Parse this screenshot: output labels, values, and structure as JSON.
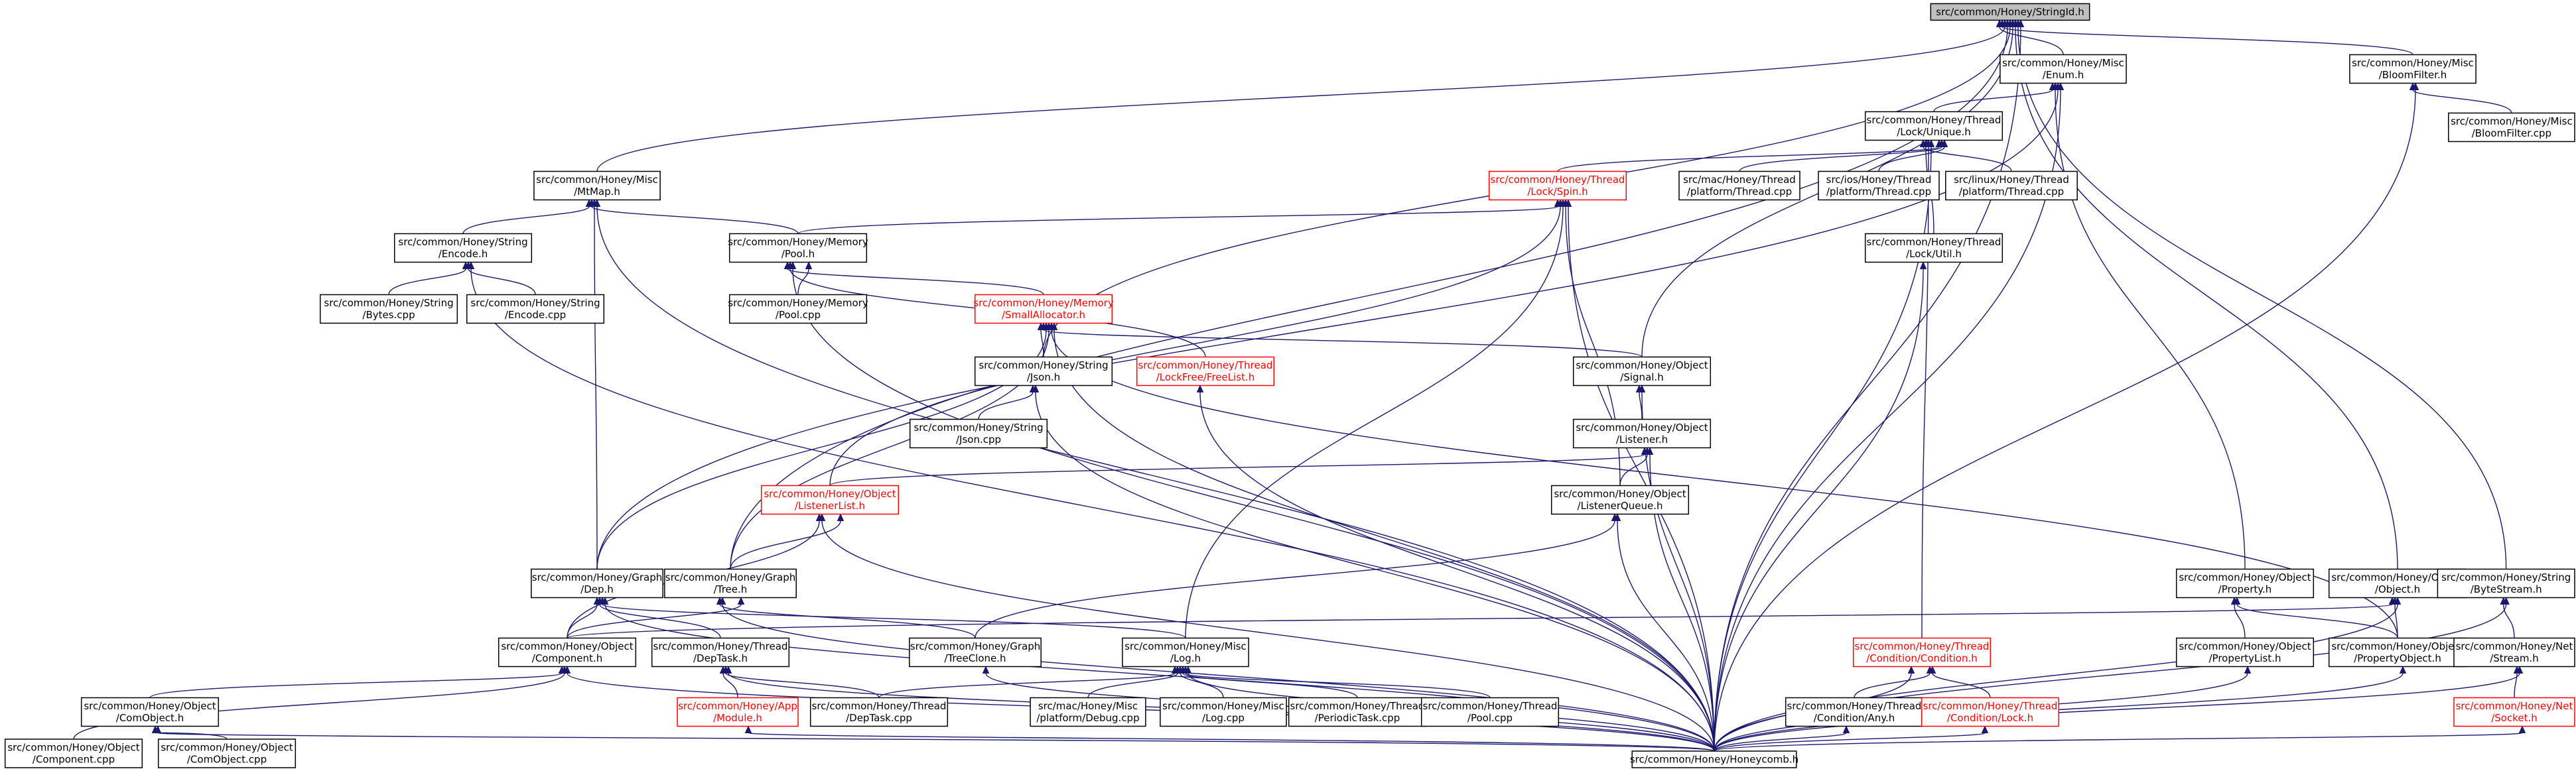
{
  "colors": {
    "edge": "#191970",
    "node_border": "#000000",
    "incomplete_border": "#ff0000",
    "root_fill": "#bfbfbf",
    "background": "#ffffff"
  },
  "nodes": {
    "stringid": {
      "lines": [
        "src/common/Honey/StringId.h"
      ],
      "style": "root"
    },
    "enum": {
      "lines": [
        "src/common/Honey/Misc",
        "/Enum.h"
      ],
      "style": "normal"
    },
    "bloomfilter_h": {
      "lines": [
        "src/common/Honey/Misc",
        "/BloomFilter.h"
      ],
      "style": "normal"
    },
    "bloomfilter_cpp": {
      "lines": [
        "src/common/Honey/Misc",
        "/BloomFilter.cpp"
      ],
      "style": "normal"
    },
    "unique": {
      "lines": [
        "src/common/Honey/Thread",
        "/Lock/Unique.h"
      ],
      "style": "normal"
    },
    "spin": {
      "lines": [
        "src/common/Honey/Thread",
        "/Lock/Spin.h"
      ],
      "style": "red"
    },
    "mac_thread": {
      "lines": [
        "src/mac/Honey/Thread",
        "/platform/Thread.cpp"
      ],
      "style": "normal"
    },
    "ios_thread": {
      "lines": [
        "src/ios/Honey/Thread",
        "/platform/Thread.cpp"
      ],
      "style": "normal"
    },
    "linux_thread": {
      "lines": [
        "src/linux/Honey/Thread",
        "/platform/Thread.cpp"
      ],
      "style": "normal"
    },
    "lock_util": {
      "lines": [
        "src/common/Honey/Thread",
        "/Lock/Util.h"
      ],
      "style": "normal"
    },
    "mtmap": {
      "lines": [
        "src/common/Honey/Misc",
        "/MtMap.h"
      ],
      "style": "normal"
    },
    "encode_h": {
      "lines": [
        "src/common/Honey/String",
        "/Encode.h"
      ],
      "style": "normal"
    },
    "bytes_cpp": {
      "lines": [
        "src/common/Honey/String",
        "/Bytes.cpp"
      ],
      "style": "normal"
    },
    "encode_cpp": {
      "lines": [
        "src/common/Honey/String",
        "/Encode.cpp"
      ],
      "style": "normal"
    },
    "pool_h": {
      "lines": [
        "src/common/Honey/Memory",
        "/Pool.h"
      ],
      "style": "normal"
    },
    "pool_cpp": {
      "lines": [
        "src/common/Honey/Memory",
        "/Pool.cpp"
      ],
      "style": "normal"
    },
    "smallalloc": {
      "lines": [
        "src/common/Honey/Memory",
        "/SmallAllocator.h"
      ],
      "style": "red"
    },
    "json_h": {
      "lines": [
        "src/common/Honey/String",
        "/Json.h"
      ],
      "style": "normal"
    },
    "json_cpp": {
      "lines": [
        "src/common/Honey/String",
        "/Json.cpp"
      ],
      "style": "normal"
    },
    "freelist": {
      "lines": [
        "src/common/Honey/Thread",
        "/LockFree/FreeList.h"
      ],
      "style": "red"
    },
    "signal": {
      "lines": [
        "src/common/Honey/Object",
        "/Signal.h"
      ],
      "style": "normal"
    },
    "listener": {
      "lines": [
        "src/common/Honey/Object",
        "/Listener.h"
      ],
      "style": "normal"
    },
    "listenerlist": {
      "lines": [
        "src/common/Honey/Object",
        "/ListenerList.h"
      ],
      "style": "red"
    },
    "listenerqueue": {
      "lines": [
        "src/common/Honey/Object",
        "/ListenerQueue.h"
      ],
      "style": "normal"
    },
    "dep": {
      "lines": [
        "src/common/Honey/Graph",
        "/Dep.h"
      ],
      "style": "normal"
    },
    "tree": {
      "lines": [
        "src/common/Honey/Graph",
        "/Tree.h"
      ],
      "style": "normal"
    },
    "component_h": {
      "lines": [
        "src/common/Honey/Object",
        "/Component.h"
      ],
      "style": "normal"
    },
    "deptask_h": {
      "lines": [
        "src/common/Honey/Thread",
        "/DepTask.h"
      ],
      "style": "normal"
    },
    "treeclone": {
      "lines": [
        "src/common/Honey/Graph",
        "/TreeClone.h"
      ],
      "style": "normal"
    },
    "log_h": {
      "lines": [
        "src/common/Honey/Misc",
        "/Log.h"
      ],
      "style": "normal"
    },
    "comobject_h": {
      "lines": [
        "src/common/Honey/Object",
        "/ComObject.h"
      ],
      "style": "normal"
    },
    "module": {
      "lines": [
        "src/common/Honey/App",
        "/Module.h"
      ],
      "style": "red"
    },
    "deptask_cpp": {
      "lines": [
        "src/common/Honey/Thread",
        "/DepTask.cpp"
      ],
      "style": "normal"
    },
    "mac_debug": {
      "lines": [
        "src/mac/Honey/Misc",
        "/platform/Debug.cpp"
      ],
      "style": "normal"
    },
    "log_cpp": {
      "lines": [
        "src/common/Honey/Misc",
        "/Log.cpp"
      ],
      "style": "normal"
    },
    "periodictask": {
      "lines": [
        "src/common/Honey/Thread",
        "/PeriodicTask.cpp"
      ],
      "style": "normal"
    },
    "thread_pool_cpp": {
      "lines": [
        "src/common/Honey/Thread",
        "/Pool.cpp"
      ],
      "style": "normal"
    },
    "component_cpp": {
      "lines": [
        "src/common/Honey/Object",
        "/Component.cpp"
      ],
      "style": "normal"
    },
    "comobject_cpp": {
      "lines": [
        "src/common/Honey/Object",
        "/ComObject.cpp"
      ],
      "style": "normal"
    },
    "property_h": {
      "lines": [
        "src/common/Honey/Object",
        "/Property.h"
      ],
      "style": "normal"
    },
    "object_h": {
      "lines": [
        "src/common/Honey/Object",
        "/Object.h"
      ],
      "style": "normal"
    },
    "propertylist": {
      "lines": [
        "src/common/Honey/Object",
        "/PropertyList.h"
      ],
      "style": "normal"
    },
    "propertyobject": {
      "lines": [
        "src/common/Honey/Object",
        "/PropertyObject.h"
      ],
      "style": "normal"
    },
    "condition": {
      "lines": [
        "src/common/Honey/Thread",
        "/Condition/Condition.h"
      ],
      "style": "red"
    },
    "cond_any": {
      "lines": [
        "src/common/Honey/Thread",
        "/Condition/Any.h"
      ],
      "style": "normal"
    },
    "cond_lock": {
      "lines": [
        "src/common/Honey/Thread",
        "/Condition/Lock.h"
      ],
      "style": "red"
    },
    "bytestream": {
      "lines": [
        "src/common/Honey/String",
        "/ByteStream.h"
      ],
      "style": "normal"
    },
    "net_stream": {
      "lines": [
        "src/common/Honey/Net",
        "/Stream.h"
      ],
      "style": "normal"
    },
    "socket": {
      "lines": [
        "src/common/Honey/Net",
        "/Socket.h"
      ],
      "style": "red"
    },
    "honeycomb": {
      "lines": [
        "src/common/Honey/Honeycomb.h"
      ],
      "style": "normal"
    }
  },
  "edges": [
    [
      "enum",
      "stringid"
    ],
    [
      "bloomfilter_h",
      "stringid"
    ],
    [
      "mtmap",
      "stringid"
    ],
    [
      "tree",
      "stringid"
    ],
    [
      "json_h",
      "stringid"
    ],
    [
      "signal",
      "stringid"
    ],
    [
      "object_h",
      "stringid"
    ],
    [
      "bytestream",
      "stringid"
    ],
    [
      "honeycomb",
      "stringid"
    ],
    [
      "unique",
      "enum"
    ],
    [
      "property_h",
      "enum"
    ],
    [
      "dep",
      "enum"
    ],
    [
      "honeycomb",
      "enum"
    ],
    [
      "bloomfilter_cpp",
      "bloomfilter_h"
    ],
    [
      "honeycomb",
      "bloomfilter_h"
    ],
    [
      "spin",
      "unique"
    ],
    [
      "mac_thread",
      "unique"
    ],
    [
      "ios_thread",
      "unique"
    ],
    [
      "linux_thread",
      "unique"
    ],
    [
      "lock_util",
      "unique"
    ],
    [
      "condition",
      "unique"
    ],
    [
      "honeycomb",
      "unique"
    ],
    [
      "pool_h",
      "spin"
    ],
    [
      "listenerlist",
      "spin"
    ],
    [
      "log_h",
      "spin"
    ],
    [
      "listenerqueue",
      "spin"
    ],
    [
      "honeycomb",
      "spin"
    ],
    [
      "honeycomb",
      "lock_util"
    ],
    [
      "encode_h",
      "mtmap"
    ],
    [
      "pool_h",
      "mtmap"
    ],
    [
      "dep",
      "mtmap"
    ],
    [
      "honeycomb",
      "mtmap"
    ],
    [
      "bytes_cpp",
      "encode_h"
    ],
    [
      "encode_cpp",
      "encode_h"
    ],
    [
      "honeycomb",
      "encode_h"
    ],
    [
      "pool_cpp",
      "pool_h"
    ],
    [
      "smallalloc",
      "pool_h"
    ],
    [
      "freelist",
      "pool_h"
    ],
    [
      "honeycomb",
      "pool_h"
    ],
    [
      "json_h",
      "smallalloc"
    ],
    [
      "signal",
      "smallalloc"
    ],
    [
      "dep",
      "smallalloc"
    ],
    [
      "tree",
      "smallalloc"
    ],
    [
      "propertyobject",
      "smallalloc"
    ],
    [
      "honeycomb",
      "smallalloc"
    ],
    [
      "json_cpp",
      "json_h"
    ],
    [
      "honeycomb",
      "json_h"
    ],
    [
      "honeycomb",
      "freelist"
    ],
    [
      "listener",
      "signal"
    ],
    [
      "honeycomb",
      "signal"
    ],
    [
      "listenerlist",
      "listener"
    ],
    [
      "listenerqueue",
      "listener"
    ],
    [
      "honeycomb",
      "listener"
    ],
    [
      "tree",
      "listenerlist"
    ],
    [
      "component_h",
      "listenerlist"
    ],
    [
      "honeycomb",
      "listenerlist"
    ],
    [
      "treeclone",
      "listenerqueue"
    ],
    [
      "honeycomb",
      "listenerqueue"
    ],
    [
      "component_h",
      "dep"
    ],
    [
      "deptask_h",
      "dep"
    ],
    [
      "log_h",
      "dep"
    ],
    [
      "honeycomb",
      "dep"
    ],
    [
      "component_h",
      "tree"
    ],
    [
      "treeclone",
      "tree"
    ],
    [
      "honeycomb",
      "tree"
    ],
    [
      "comobject_h",
      "component_h"
    ],
    [
      "component_cpp",
      "component_h"
    ],
    [
      "honeycomb",
      "component_h"
    ],
    [
      "module",
      "deptask_h"
    ],
    [
      "deptask_cpp",
      "deptask_h"
    ],
    [
      "honeycomb",
      "deptask_h"
    ],
    [
      "honeycomb",
      "treeclone"
    ],
    [
      "deptask_cpp",
      "log_h"
    ],
    [
      "mac_debug",
      "log_h"
    ],
    [
      "log_cpp",
      "log_h"
    ],
    [
      "periodictask",
      "log_h"
    ],
    [
      "thread_pool_cpp",
      "log_h"
    ],
    [
      "honeycomb",
      "log_h"
    ],
    [
      "comobject_cpp",
      "comobject_h"
    ],
    [
      "honeycomb",
      "comobject_h"
    ],
    [
      "honeycomb",
      "module"
    ],
    [
      "propertylist",
      "property_h"
    ],
    [
      "propertyobject",
      "property_h"
    ],
    [
      "component_h",
      "object_h"
    ],
    [
      "propertyobject",
      "object_h"
    ],
    [
      "honeycomb",
      "object_h"
    ],
    [
      "honeycomb",
      "propertylist"
    ],
    [
      "honeycomb",
      "propertyobject"
    ],
    [
      "cond_any",
      "condition"
    ],
    [
      "cond_lock",
      "condition"
    ],
    [
      "honeycomb",
      "condition"
    ],
    [
      "honeycomb",
      "cond_any"
    ],
    [
      "honeycomb",
      "cond_lock"
    ],
    [
      "net_stream",
      "bytestream"
    ],
    [
      "honeycomb",
      "bytestream"
    ],
    [
      "socket",
      "net_stream"
    ],
    [
      "honeycomb",
      "net_stream"
    ],
    [
      "honeycomb",
      "socket"
    ]
  ]
}
